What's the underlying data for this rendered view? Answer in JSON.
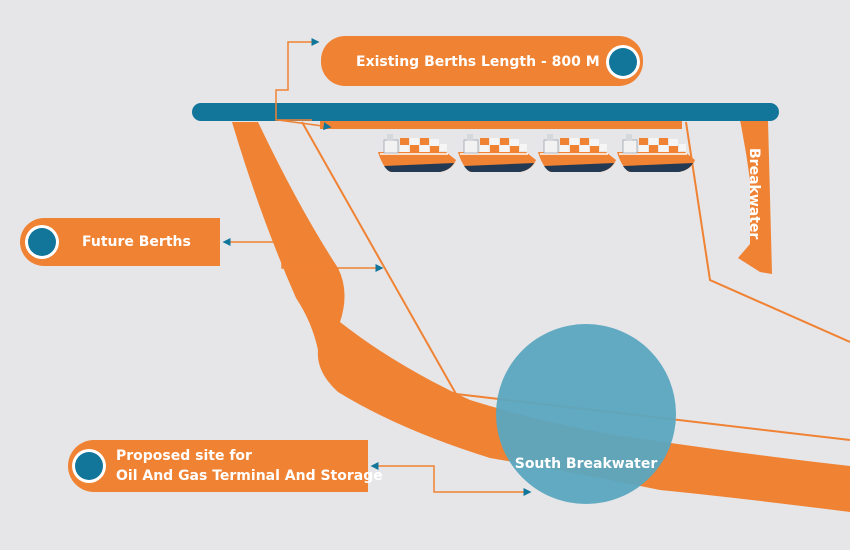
{
  "labels": {
    "existing_berths": "Existing Berths Length - 800 M",
    "future_berths": "Future Berths",
    "proposed_site_line1": "Proposed site for",
    "proposed_site_line2": "Oil And Gas Terminal And Storage",
    "south_breakwater": "South Breakwater",
    "breakwater": "Breakwater"
  },
  "colors": {
    "background": "#e6e6e8",
    "orange": "#f08233",
    "teal": "#12769b",
    "circle": "#5aa6c0",
    "white": "#ffffff"
  },
  "icons": [
    "container-ship-icon",
    "callout-dot-icon",
    "arrow-icon"
  ]
}
